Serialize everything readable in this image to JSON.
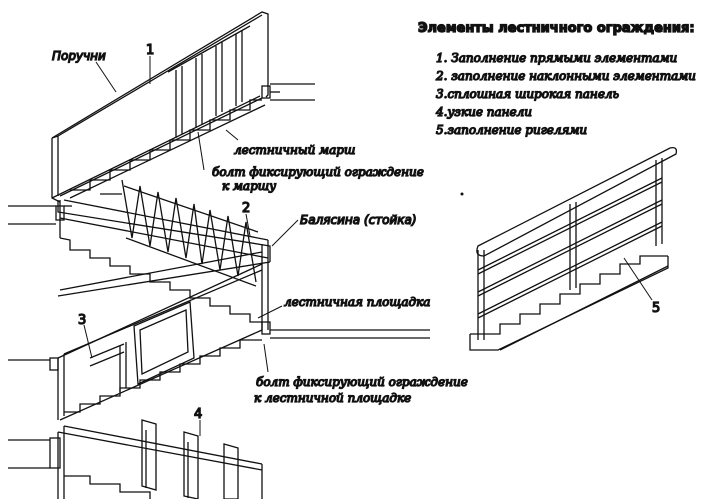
{
  "title": "Элементы лестничного ограждения:",
  "legend": [
    "1. Заполнение прямыми элементами",
    "2. заполнение наклонными элементами",
    "3.сплошная широкая панель",
    "4.узкие панели",
    "5.заполнение ригелями"
  ],
  "labels": {
    "handrails": "Поручни",
    "flight": "лестничный марш",
    "bolt_flight_1": "болт фиксирующий ограждение",
    "bolt_flight_2": "к маршу",
    "baluster": "Балясина (стойка)",
    "landing": "лестничная площадка",
    "bolt_landing_1": "болт фиксирующий ограждение",
    "bolt_landing_2": "к лестничной площадке"
  },
  "numbers": [
    "1",
    "2",
    "3",
    "4",
    "5"
  ],
  "colors": {
    "line": "#111111",
    "background": "#ffffff"
  }
}
